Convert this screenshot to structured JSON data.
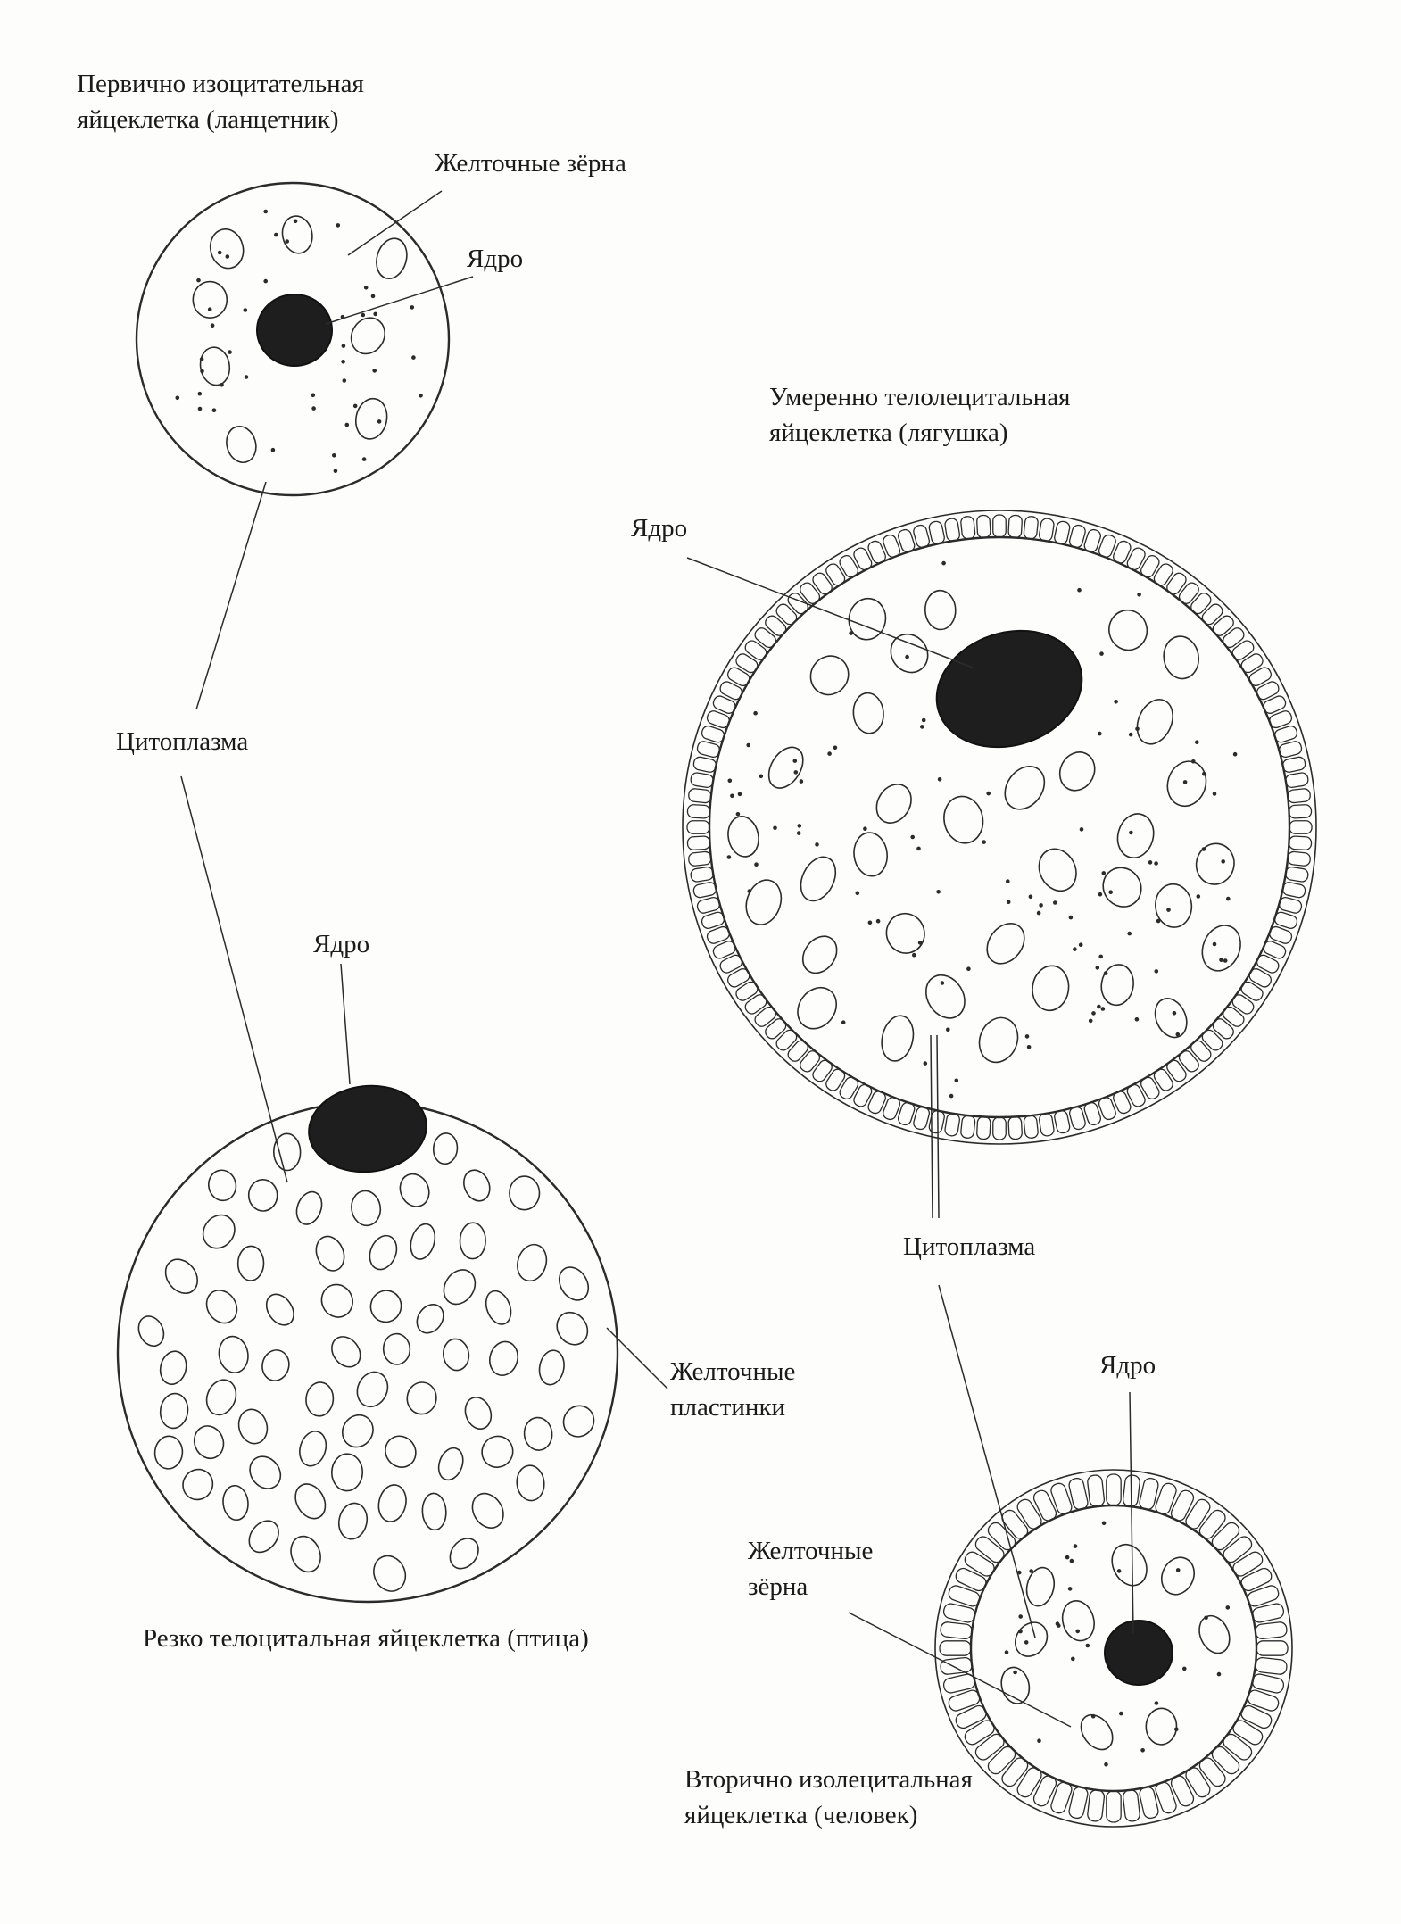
{
  "cells": {
    "lancelet": {
      "title": [
        "Первично изоцитательная",
        "яйцеклетка (ланцетник)"
      ],
      "yolk_label": "Желточные зёрна",
      "nucleus_label": "Ядро"
    },
    "frog": {
      "title": [
        "Умеренно телолецитальная",
        "яйцеклетка (лягушка)"
      ],
      "nucleus_label": "Ядро",
      "cytoplasm_label": "Цитоплазма"
    },
    "bird": {
      "title": "Резко телоцитальная яйцеклетка (птица)",
      "nucleus_label": "Ядро",
      "yolk_label": [
        "Желточные",
        "пластинки"
      ]
    },
    "human": {
      "title": [
        "Вторично изолецитальная",
        "яйцеклетка (человек)"
      ],
      "nucleus_label": "Ядро",
      "yolk_label": [
        "Желточные",
        "зёрна"
      ]
    },
    "shared_cytoplasm_label": "Цитоплазма"
  },
  "colors": {
    "ink": "#2b2b2b",
    "nucleus": "#1e1e1e",
    "paper": "#fdfdfc"
  }
}
